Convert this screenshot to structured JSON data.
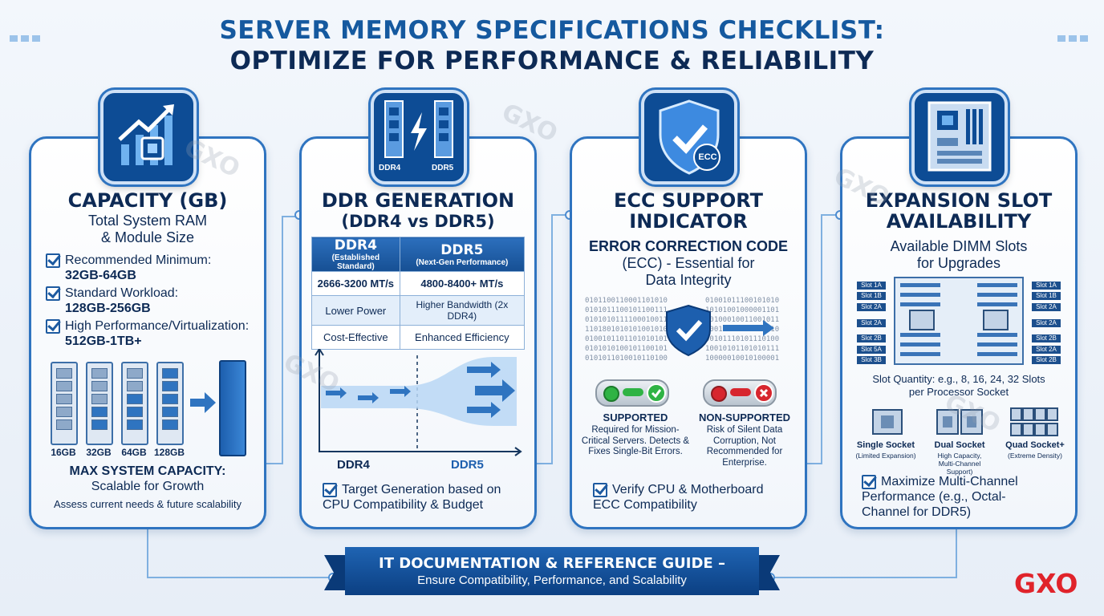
{
  "header": {
    "title_line1": "SERVER MEMORY SPECIFICATIONS CHECKLIST:",
    "title_line2": "OPTIMIZE FOR PERFORMANCE & RELIABILITY"
  },
  "capacity": {
    "title": "CAPACITY (GB)",
    "subtitle_line1": "Total System RAM",
    "subtitle_line2": "& Module Size",
    "items": [
      {
        "label": "Recommended Minimum:",
        "value": "32GB-64GB"
      },
      {
        "label": "Standard Workload:",
        "value": "128GB-256GB"
      },
      {
        "label": "High Performance/Virtualization:",
        "value": "512GB-1TB+"
      }
    ],
    "module_labels": [
      "16GB",
      "32GB",
      "64GB",
      "128GB"
    ],
    "max_title": "MAX SYSTEM CAPACITY:",
    "max_subtitle": "Scalable for Growth",
    "note": "Assess current needs & future scalability"
  },
  "ddr": {
    "title_line1": "DDR GENERATION",
    "title_line2": "(DDR4 vs DDR5)",
    "icon_labels": [
      "DDR4",
      "DDR5"
    ],
    "table": {
      "headers": [
        {
          "name": "DDR4",
          "sub": "(Established Standard)"
        },
        {
          "name": "DDR5",
          "sub": "(Next-Gen Performance)"
        }
      ],
      "rows": [
        [
          "2666-3200 MT/s",
          "4800-8400+ MT/s"
        ],
        [
          "Lower Power",
          "Higher Bandwidth (2x DDR4)"
        ],
        [
          "Cost-Effective",
          "Enhanced Efficiency"
        ]
      ]
    },
    "chart_labels": [
      "DDR4",
      "DDR5"
    ],
    "check": "Target Generation based on CPU Compatibility & Budget"
  },
  "ecc": {
    "title_line1": "ECC SUPPORT",
    "title_line2": "INDICATOR",
    "subtitle_line1": "ERROR CORRECTION CODE",
    "subtitle_line2": "(ECC) - Essential for",
    "subtitle_line3": "Data Integrity",
    "badge": "ECC",
    "supported_title": "SUPPORTED",
    "supported_desc": "Required for Mission-Critical Servers. Detects & Fixes Single-Bit Errors.",
    "unsupported_title": "NON-SUPPORTED",
    "unsupported_desc": "Risk of Silent Data Corruption, Not Recommended for Enterprise.",
    "check": "Verify CPU & Motherboard ECC Compatibility"
  },
  "expansion": {
    "title_line1": "EXPANSION SLOT",
    "title_line2": "AVAILABILITY",
    "subtitle_line1": "Available DIMM Slots",
    "subtitle_line2": "for Upgrades",
    "slot_labels_left": [
      "Slot 1A",
      "Slot 1B",
      "Slot 2A",
      "Slot 2A",
      "Slot 2B",
      "Slot 5A",
      "Slot 3B"
    ],
    "slot_labels_right": [
      "Slot 1A",
      "Slot 1B",
      "Slot 2A",
      "Slot 2A",
      "Slot 2B",
      "Slot 2A",
      "Slot 2B"
    ],
    "quantity_line1": "Slot Quantity: e.g., 8, 16, 24, 32 Slots",
    "quantity_line2": "per Processor Socket",
    "sockets": [
      {
        "name": "Single Socket",
        "desc": "(Limited Expansion)"
      },
      {
        "name": "Dual Socket",
        "desc": "High Capacity, Multi-Channel Support)"
      },
      {
        "name": "Quad Socket+",
        "desc": "(Extreme Density)"
      }
    ],
    "check": "Maximize Multi-Channel Performance (e.g., Octal-Channel for DDR5)"
  },
  "footer": {
    "banner_line1": "IT DOCUMENTATION & REFERENCE GUIDE –",
    "banner_line2": "Ensure Compatibility, Performance, and Scalability",
    "logo": "GXO",
    "watermark": "GXO"
  },
  "colors": {
    "primary": "#0d4c95",
    "accent": "#2f74c0",
    "ok": "#2fb344",
    "error": "#d7262e",
    "logo": "#e0232b"
  }
}
